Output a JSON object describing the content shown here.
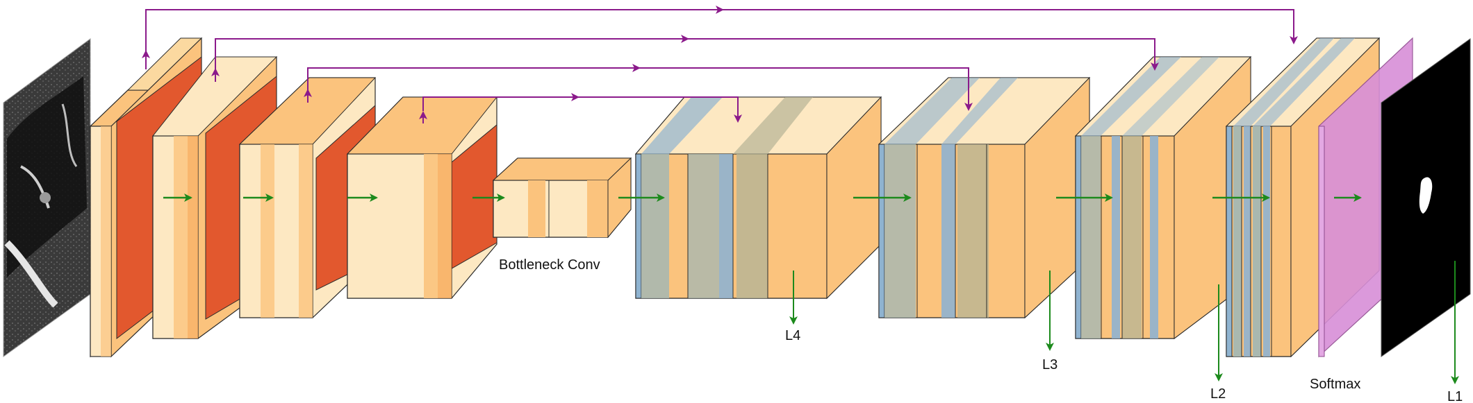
{
  "diagram": {
    "labels": {
      "bottleneck": "Bottleneck Conv",
      "softmax": "Softmax",
      "l1": "L1",
      "l2": "L2",
      "l3": "L3",
      "l4": "L4"
    },
    "colors": {
      "layer_light": "#fde8c2",
      "layer_mid": "#fbc37d",
      "layer_dark": "#f7a957",
      "conv_red": "#e2582e",
      "decoder_blue": "#8fb3d0",
      "softmax_pink": "#d88fd8",
      "skip_connection": "#8b1a8b",
      "flow_arrow": "#1c8a1c",
      "edge": "#2b2b2b"
    },
    "icons": {
      "input": "ct-scan-slice-image",
      "output": "segmentation-mask-image"
    }
  }
}
